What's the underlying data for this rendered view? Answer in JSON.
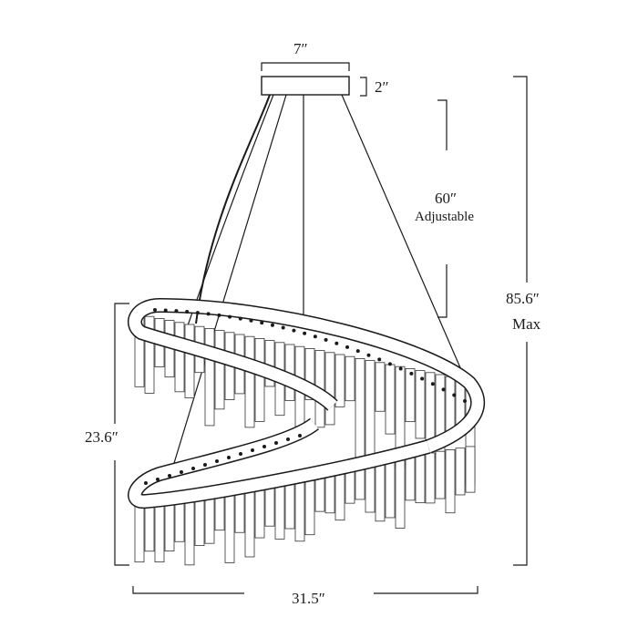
{
  "dimensions": {
    "canopy_width": "7″",
    "canopy_height": "2″",
    "cable_length": "60″",
    "cable_note": "Adjustable",
    "overall_height": "85.6″",
    "overall_note": "Max",
    "fixture_height": "23.6″",
    "fixture_diameter": "31.5″"
  },
  "colors": {
    "line": "#1a1a1a",
    "background": "#ffffff"
  }
}
